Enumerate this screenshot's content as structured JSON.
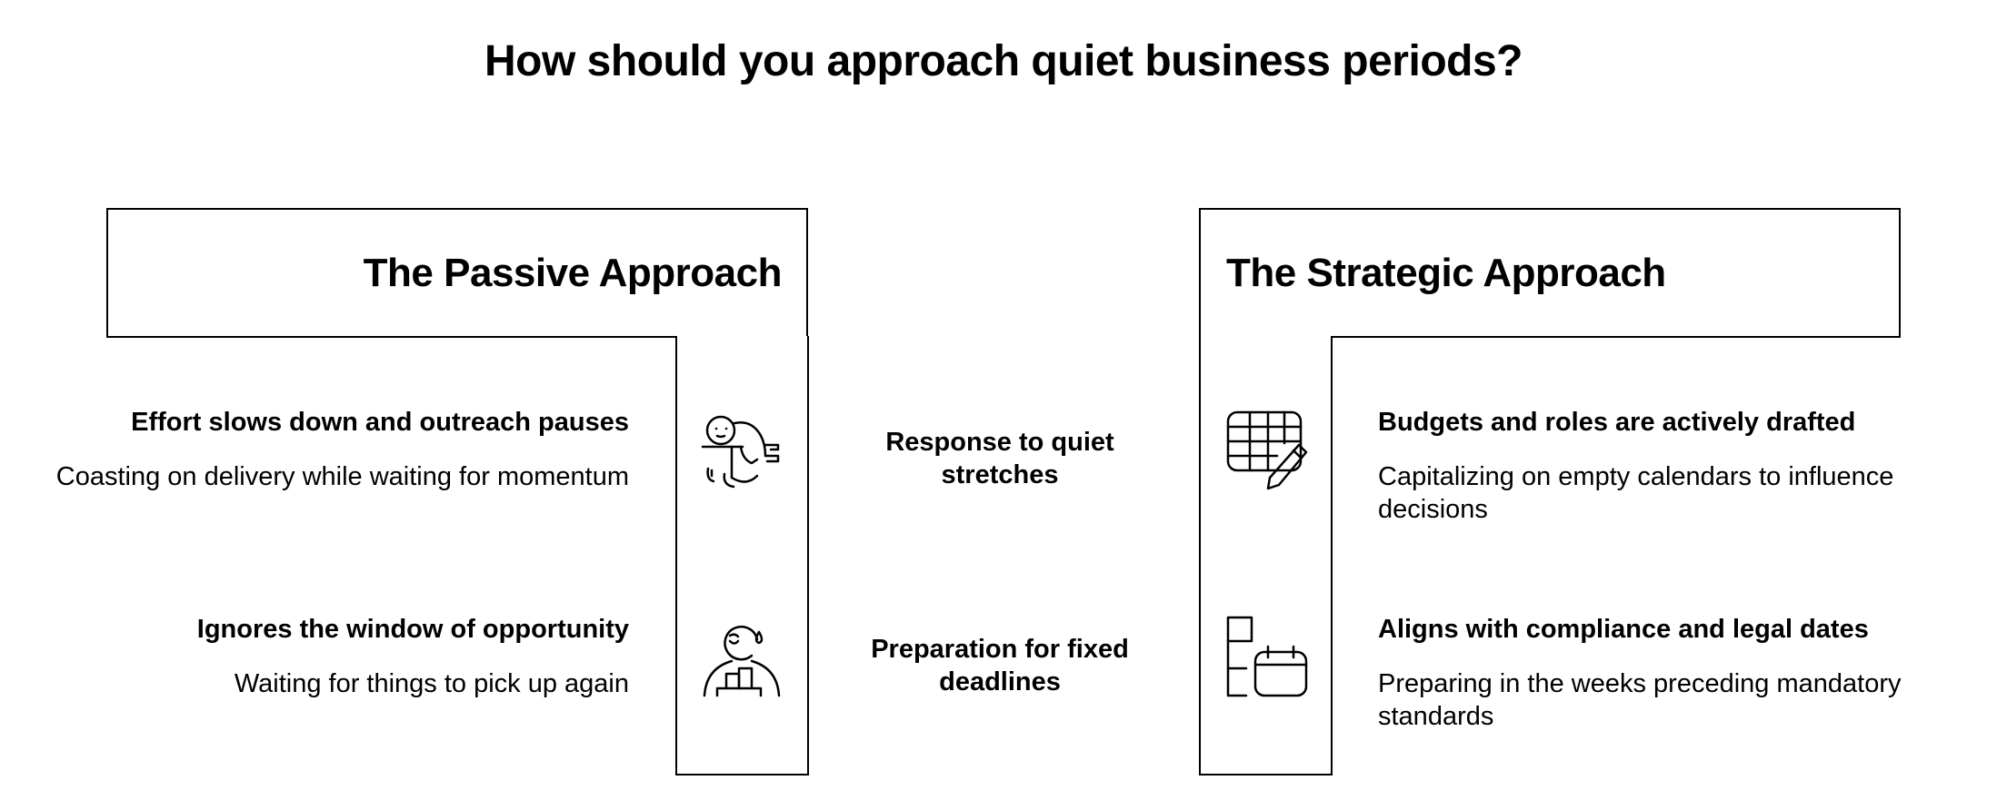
{
  "title": "How should you approach quiet business periods?",
  "left": {
    "header": "The Passive Approach",
    "rows": [
      {
        "title": "Effort slows down and outreach pauses",
        "desc": "Coasting on delivery while waiting for momentum",
        "icon": "resting-person-icon"
      },
      {
        "title": "Ignores the window of opportunity",
        "desc": "Waiting for things to pick up again",
        "icon": "waiting-person-icon"
      }
    ]
  },
  "right": {
    "header": "The Strategic Approach",
    "rows": [
      {
        "title": "Budgets and roles are actively drafted",
        "desc": "Capitalizing on empty calendars to influence decisions",
        "icon": "spreadsheet-pencil-icon"
      },
      {
        "title": "Aligns with compliance and legal dates",
        "desc": "Preparing in the weeks preceding mandatory standards",
        "icon": "calendar-checklist-icon"
      }
    ]
  },
  "center": [
    "Response to quiet stretches",
    "Preparation for fixed deadlines"
  ]
}
